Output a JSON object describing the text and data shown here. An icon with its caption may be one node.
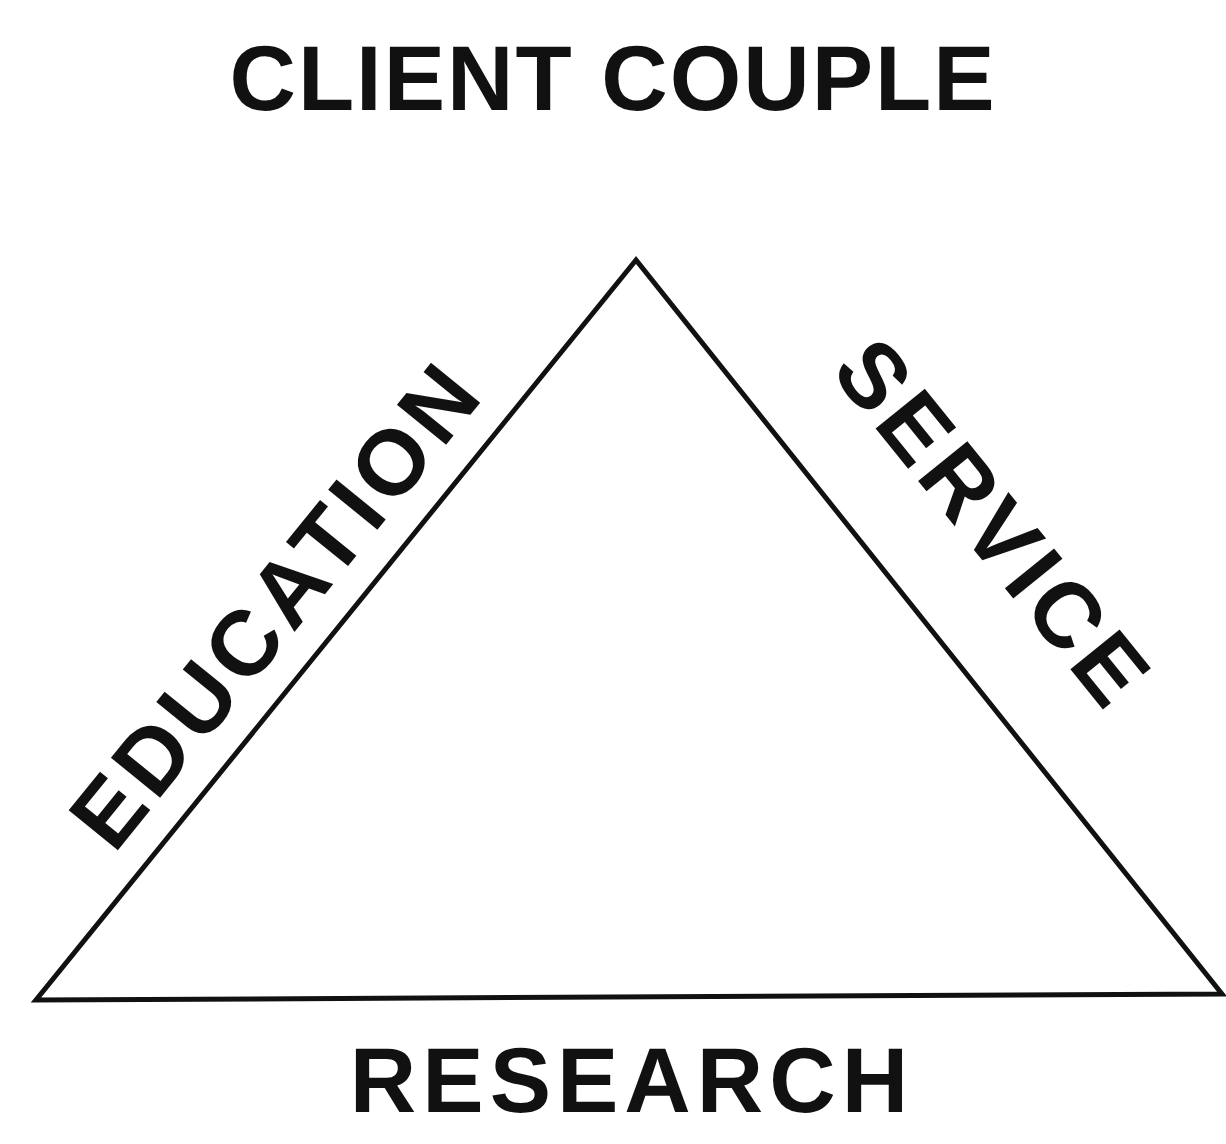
{
  "diagram": {
    "title": "CLIENT COUPLE",
    "labels": [
      "EDUCATION",
      "SERVICE",
      "RESEARCH"
    ]
  }
}
